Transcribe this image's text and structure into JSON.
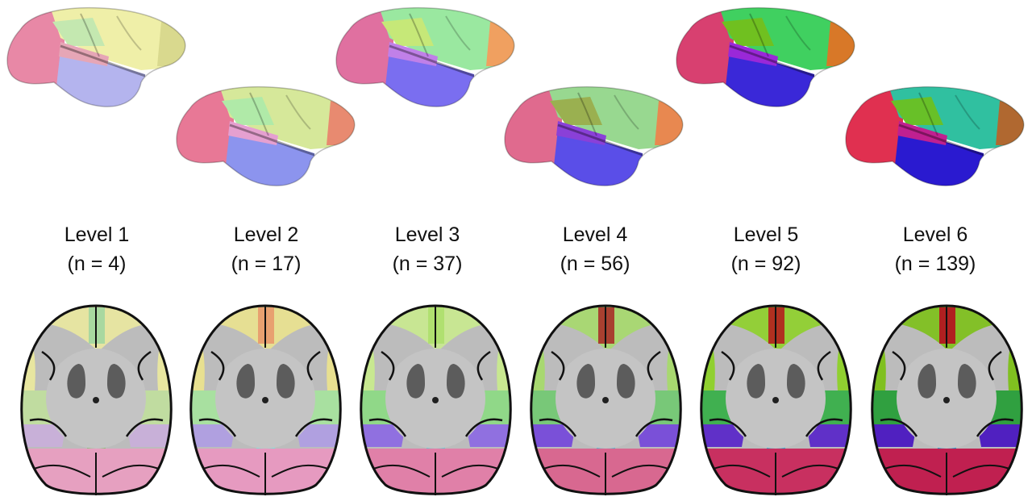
{
  "levels": [
    {
      "label": "Level 1",
      "count": "(n = 4)",
      "lateral_colors": [
        "#e888a6",
        "#efefa8",
        "#b4b4ee",
        "#c4e8b0",
        "#d9d98e",
        "#e6a6b6"
      ],
      "axial_colors": [
        "#e8e6a0",
        "#c0dca0",
        "#8fc080",
        "#e6a0c0",
        "#c8b0d8",
        "#a8d8a0"
      ]
    },
    {
      "label": "Level 2",
      "count": "(n = 17)",
      "lateral_colors": [
        "#e87896",
        "#d6e89a",
        "#8c94ee",
        "#b0eaa8",
        "#e88a70",
        "#e5a0d0"
      ],
      "axial_colors": [
        "#e8e090",
        "#a8e0a0",
        "#80e0d8",
        "#e69ac0",
        "#b0a0e0",
        "#e8a070"
      ]
    },
    {
      "label": "Level 3",
      "count": "(n = 37)",
      "lateral_colors": [
        "#e070a0",
        "#9ae8a0",
        "#7a6ef0",
        "#c6e878",
        "#f0a060",
        "#c080e8"
      ],
      "axial_colors": [
        "#c8e890",
        "#90d888",
        "#70c8d0",
        "#e080a8",
        "#9070e0",
        "#b0e070"
      ]
    },
    {
      "label": "Level 4",
      "count": "(n = 56)",
      "lateral_colors": [
        "#e06a8e",
        "#98d890",
        "#5a4ee8",
        "#9ab050",
        "#e88850",
        "#8a40d8"
      ],
      "axial_colors": [
        "#a8d870",
        "#78c878",
        "#5ab8d0",
        "#d86890",
        "#7a50d8",
        "#a84030"
      ]
    },
    {
      "label": "Level 5",
      "count": "(n = 92)",
      "lateral_colors": [
        "#d84070",
        "#40d060",
        "#3a28d8",
        "#70c020",
        "#d87828",
        "#9a28d8"
      ],
      "axial_colors": [
        "#90d030",
        "#40b050",
        "#3ab0d0",
        "#c83060",
        "#6030c8",
        "#b03020"
      ]
    },
    {
      "label": "Level 6",
      "count": "(n = 139)",
      "lateral_colors": [
        "#e03050",
        "#30c0a0",
        "#2a1ad0",
        "#68c028",
        "#b06830",
        "#c02090"
      ],
      "axial_colors": [
        "#80c020",
        "#30a040",
        "#2aa0d0",
        "#c02050",
        "#5020c0",
        "#b02020"
      ]
    }
  ]
}
